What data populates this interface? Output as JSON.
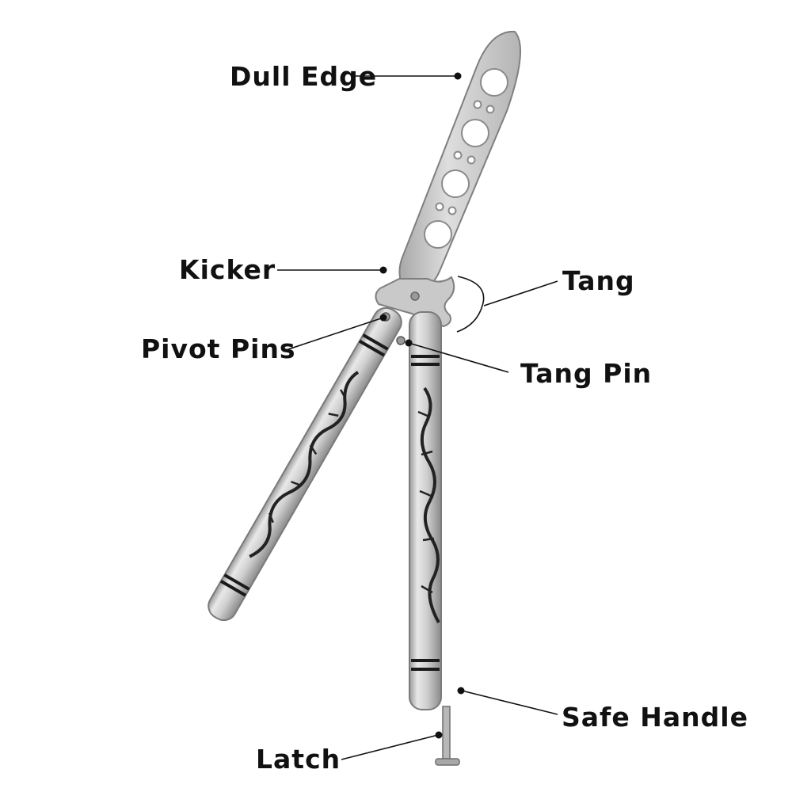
{
  "labels": {
    "dull_edge": "Dull Edge",
    "kicker": "Kicker",
    "tang": "Tang",
    "pivot_pins": "Pivot Pins",
    "tang_pin": "Tang Pin",
    "safe_handle": "Safe Handle",
    "latch": "Latch"
  },
  "colors": {
    "background": "#ffffff",
    "steel_light": "#e4e4e4",
    "steel_mid": "#bdbdbd",
    "steel_dark": "#8f8f8f",
    "ink": "#111111"
  }
}
